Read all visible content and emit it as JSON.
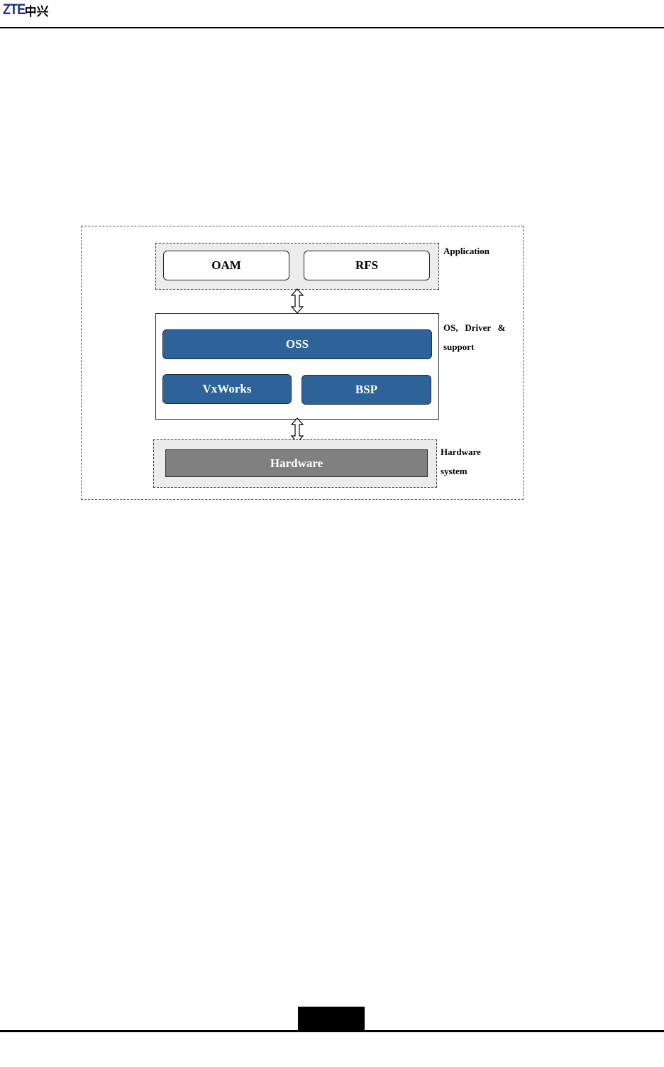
{
  "header": {
    "logo_text": "ZTE",
    "logo_cn": "中兴"
  },
  "diagram": {
    "application": {
      "label": "Application",
      "boxes": [
        "OAM",
        "RFS"
      ]
    },
    "os": {
      "label_line1": "OS,   Driver   &",
      "label_line2": "support",
      "top_box": "OSS",
      "boxes": [
        "VxWorks",
        "BSP"
      ]
    },
    "hardware": {
      "label_line1": "Hardware",
      "label_line2": "system",
      "box": "Hardware"
    }
  },
  "colors": {
    "blue_box": "#2e6399",
    "gray_box": "#808080",
    "region_fill": "#ececec",
    "logo_blue": "#1f2f8c"
  }
}
